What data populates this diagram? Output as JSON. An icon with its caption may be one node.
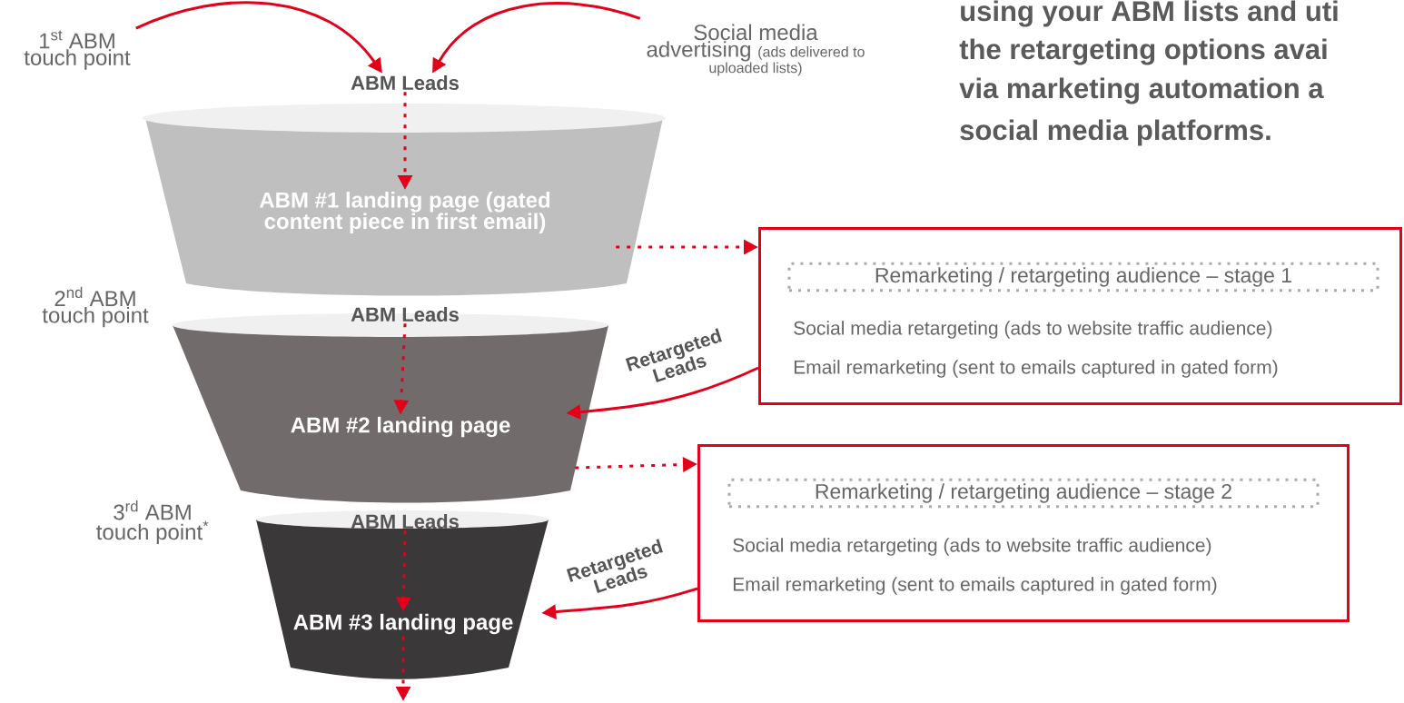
{
  "diagram": {
    "nodes": [
      {
        "text": [
          "1$^{st}$ ABM touch point"
        ]
      },
      {
        "text": [
          "Social media advertising",
          "(ads delivered to uploaded lists)"
        ]
      },
      {
        "text": [
          "ABM Leads"
        ]
      },
      {
        "text": [
          "ABM #1 landing page (gated content piece in first email)"
        ]
      },
      {
        "text": [
          "Social media retargeting (ads to website traffic audience)",
          "Email remarketing (sent to emails captured in gated form)"
        ]
      },
      {
        "text": [
          "Remarketing / retargeting audience – stage 1"
        ],
        "in": 4
      },
      {
        "text": [
          "ABM Leads"
        ]
      },
      {
        "text": [
          "ABM #2 landing page"
        ]
      },
      {
        "text": [
          "Social media retargeting (ads to website traffic audience)",
          "Email remarketing (sent to emails captured in gated form)"
        ]
      },
      {
        "text": [
          "Remarketing / retargeting audience – stage 2"
        ],
        "in": 8
      },
      {
        "text": [
          "ABM Leads"
        ]
      },
      {
        "text": [
          "ABM #3 landing page"
        ]
      }
    ],
    "edges": [
      {
        "from": 0,
        "to": 2,
        "arrow": "to"
      },
      {
        "from": 1,
        "to": 2,
        "arrow": "to"
      },
      {
        "from": 2,
        "to": 3,
        "arrow": "to",
        "style": "dashed"
      },
      {
        "from": 3,
        "to": 4,
        "arrow": "to",
        "style": "dashed"
      },
      {
        "from": 6,
        "to": 7,
        "arrow": "to",
        "style": "dashed"
      },
      {
        "from": 4,
        "to": 7,
        "arrow": "to",
        "label": "Retargeted Leads"
      },
      {
        "from": 7,
        "to": 8,
        "arrow": "to",
        "style": "dashed"
      },
      {
        "from": 10,
        "to": 11,
        "arrow": "to",
        "style": "dashed"
      },
      {
        "from": 8,
        "to": 11,
        "arrow": "to",
        "label": "Retargeted Leads"
      },
      {
        "from": 11,
        "to": null,
        "arrow": "to",
        "style": "dashed"
      }
    ],
    "labels": [
      "using your ABM lists and uti",
      "the retargeting options avai",
      "via marketing automation a",
      "social media platforms.",
      "2$^{nd}$ ABM touch point",
      "3$^{rd}$ ABM touch point$^{*}$"
    ]
  }
}
